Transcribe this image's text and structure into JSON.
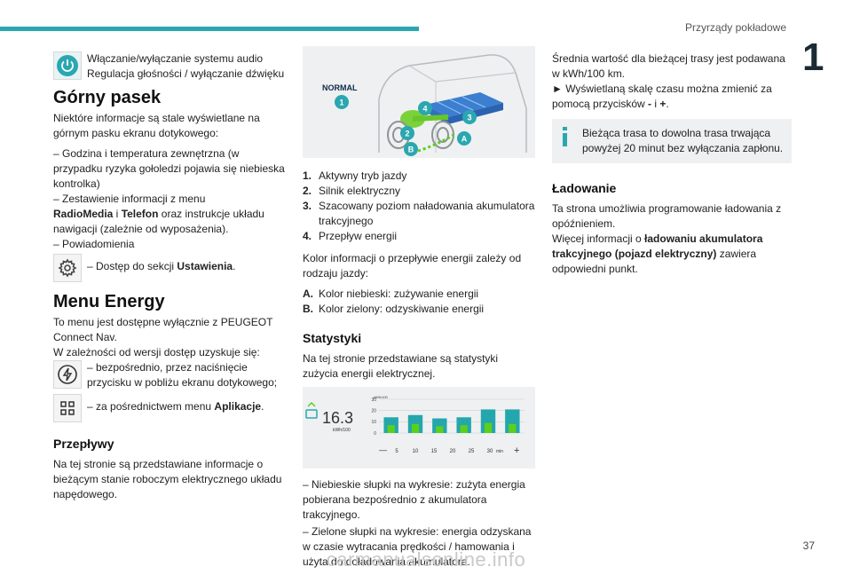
{
  "header": {
    "section": "Przyrządy pokładowe",
    "chapter": "1",
    "page_number": "37"
  },
  "col1": {
    "audio_line1": "Włączanie/wyłączanie systemu audio",
    "audio_line2": "Regulacja głośności / wyłączanie dźwięku",
    "gorny_title": "Górny pasek",
    "gorny_intro": "Niektóre informacje są stale wyświetlane na górnym pasku ekranu dotykowego:",
    "gorny_item1": "–  Godzina i temperatura zewnętrzna (w przypadku ryzyka gołoledzi pojawia się niebieska kontrolka)",
    "gorny_item2": "–  Zestawienie informacji z menu",
    "gorny_item2_b1": "RadioMedia",
    "gorny_item2_mid": " i ",
    "gorny_item2_b2": "Telefon",
    "gorny_item2_rest": " oraz instrukcje układu nawigacji (zależnie od wyposażenia).",
    "gorny_item3": "–  Powiadomienia",
    "settings_pre": "–  Dostęp do sekcji ",
    "settings_bold": "Ustawienia",
    "settings_post": ".",
    "energy_title": "Menu Energy",
    "energy_intro": "To menu jest dostępne wyłącznie z PEUGEOT Connect Nav.",
    "energy_intro2": "W zależności od wersji dostęp uzyskuje się:",
    "energy_direct": "–  bezpośrednio, przez naciśnięcie przycisku w pobliżu ekranu dotykowego;",
    "energy_apps_pre": "–  za pośrednictwem menu ",
    "energy_apps_bold": "Aplikacje",
    "energy_apps_post": ".",
    "przeplywy_title": "Przepływy",
    "przeplywy_text": "Na tej stronie są przedstawiane informacje o bieżącym stanie roboczym elektrycznego układu napędowego."
  },
  "col2": {
    "diagram": {
      "mode_label": "NORMAL",
      "m1": "1",
      "m2": "2",
      "m3": "3",
      "m4": "4",
      "mA": "A",
      "mB": "B"
    },
    "legend": [
      {
        "n": "1.",
        "t": "Aktywny tryb jazdy"
      },
      {
        "n": "2.",
        "t": "Silnik elektryczny"
      },
      {
        "n": "3.",
        "t": "Szacowany poziom naładowania akumulatora trakcyjnego"
      },
      {
        "n": "4.",
        "t": "Przepływ energii"
      }
    ],
    "color_intro": "Kolor informacji o przepływie energii zależy od rodzaju jazdy:",
    "colors": [
      {
        "n": "A.",
        "t": "Kolor niebieski: zużywanie energii"
      },
      {
        "n": "B.",
        "t": "Kolor zielony: odzyskiwanie energii"
      }
    ],
    "stats_title": "Statystyki",
    "stats_text": "Na tej stronie przedstawiane są statystyki zużycia energii elektrycznej.",
    "bars_blue": "–  Niebieskie słupki na wykresie: zużyta energia pobierana bezpośrednio z akumulatora trakcyjnego.",
    "bars_green": "–  Zielone słupki na wykresie: energia odzyskana w czasie wytracania prędkości / hamowania i użyta do doładowania akumulatora."
  },
  "chart_data": {
    "type": "bar",
    "readout_value": "16.3",
    "readout_unit": "kWh/100",
    "y_unit_label": "kWh/100",
    "y_ticks": [
      "30",
      "20",
      "10",
      "0"
    ],
    "ylim": [
      0,
      30
    ],
    "categories": [
      "5",
      "10",
      "15",
      "20",
      "25",
      "30"
    ],
    "x_unit": "min",
    "minus_label": "—",
    "plus_label": "+",
    "series": [
      {
        "values": [
          14,
          16,
          13,
          14,
          21,
          21
        ]
      },
      {
        "values": [
          7,
          8,
          6,
          7,
          9,
          8
        ]
      }
    ],
    "colors": [
      "#24a6ad",
      "#5ccf1a"
    ]
  },
  "col3": {
    "avg_text": "Średnia wartość dla bieżącej trasy jest podawana w kWh/100 km.",
    "arrow_pre": "►  Wyświetlaną skalę czasu można zmienić za pomocą przycisków ",
    "arrow_minus": "-",
    "arrow_mid": " i ",
    "arrow_plus": "+",
    "arrow_post": ".",
    "note": "Bieżąca trasa to dowolna trasa trwająca powyżej 20 minut bez wyłączania zapłonu.",
    "ladowanie_title": "Ładowanie",
    "ladowanie_text": "Ta strona umożliwia programowanie ładowania z opóźnieniem.",
    "ladowanie_more_pre": "Więcej informacji o ",
    "ladowanie_more_bold": "ładowaniu akumulatora trakcyjnego (pojazd elektryczny)",
    "ladowanie_more_post": " zawiera odpowiedni punkt."
  },
  "watermark": "carmanualsonline.info"
}
